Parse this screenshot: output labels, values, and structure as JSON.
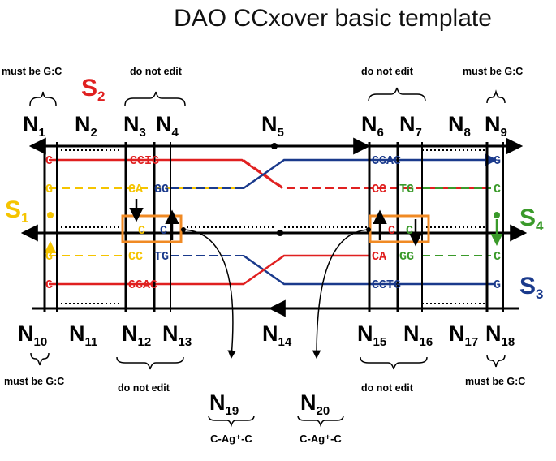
{
  "title": "DAO CCxover basic template",
  "colors": {
    "s1": "#f5c400",
    "s2": "#e02020",
    "s3": "#1a3a8c",
    "s4": "#3a9a2a",
    "highlight": "#f08a24",
    "black": "#000000"
  },
  "notes": {
    "top_left": "must be G:C",
    "top_left_mid": "do not edit",
    "top_right_mid": "do not edit",
    "top_right": "must be G:C",
    "bottom_left": "must be G:C",
    "bottom_left_mid": "do not edit",
    "bottom_right_mid": "do not edit",
    "bottom_right": "must be G:C"
  },
  "strands": {
    "s1": {
      "letter": "S",
      "sub": "1"
    },
    "s2": {
      "letter": "S",
      "sub": "2"
    },
    "s3": {
      "letter": "S",
      "sub": "3"
    },
    "s4": {
      "letter": "S",
      "sub": "4"
    }
  },
  "nodes_top": [
    {
      "letter": "N",
      "sub": "1"
    },
    {
      "letter": "N",
      "sub": "2"
    },
    {
      "letter": "N",
      "sub": "3"
    },
    {
      "letter": "N",
      "sub": "4"
    },
    {
      "letter": "N",
      "sub": "5"
    },
    {
      "letter": "N",
      "sub": "6"
    },
    {
      "letter": "N",
      "sub": "7"
    },
    {
      "letter": "N",
      "sub": "8"
    },
    {
      "letter": "N",
      "sub": "9"
    }
  ],
  "nodes_bottom": [
    {
      "letter": "N",
      "sub": "10"
    },
    {
      "letter": "N",
      "sub": "11"
    },
    {
      "letter": "N",
      "sub": "12"
    },
    {
      "letter": "N",
      "sub": "13"
    },
    {
      "letter": "N",
      "sub": "14"
    },
    {
      "letter": "N",
      "sub": "15"
    },
    {
      "letter": "N",
      "sub": "16"
    },
    {
      "letter": "N",
      "sub": "17"
    },
    {
      "letter": "N",
      "sub": "18"
    }
  ],
  "nodes_extra": [
    {
      "letter": "N",
      "sub": "19",
      "caption": "C-Ag⁺-C"
    },
    {
      "letter": "N",
      "sub": "20",
      "caption": "C-Ag⁺-C"
    }
  ],
  "bases": {
    "row1_left_end": "C",
    "row1_left_pair": "CCIG",
    "row1_right_pair": "GGAC",
    "row1_right_end": "G",
    "row2_left_end": "G",
    "row2_left_pair_a": "CA",
    "row2_left_pair_b": "GG",
    "row2_right_pair_a": "CC",
    "row2_right_pair_b": "TG",
    "row2_right_end": "C",
    "mid_left_c1": "C",
    "mid_left_c2": "C",
    "mid_right_c1": "C",
    "mid_right_c2": "C",
    "row3_left_end": "G",
    "row3_left_pair_a": "CC",
    "row3_left_pair_b": "TG",
    "row3_right_pair_a": "CA",
    "row3_right_pair_b": "GG",
    "row3_right_end": "C",
    "row4_left_end": "C",
    "row4_left_pair": "GGAC",
    "row4_right_pair": "CCTG",
    "row4_right_end": "G"
  }
}
